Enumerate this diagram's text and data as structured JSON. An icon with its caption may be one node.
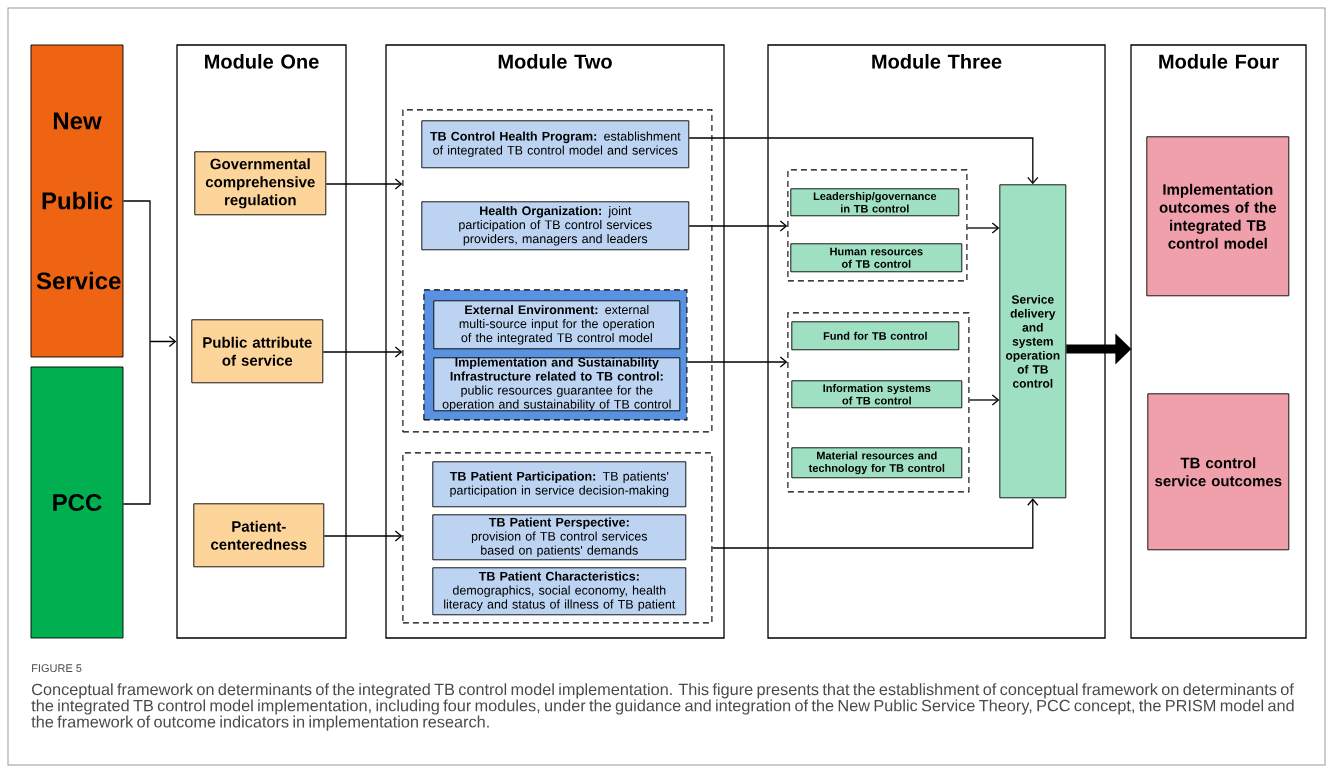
{
  "diagram": {
    "caption": "Conceptual framework on determinants of the integrated TB control model implementation. This figure presents that the establishment of conceptual framework on determinants of the integrated TB control model implementation, including four modules, under the guidance and integration of the New Public Service Theory, PCC concept, the PRISM model and the framework of outcome indicators in implementation research.",
    "nodes": [
      {
        "text": [
          "New Public Service"
        ]
      },
      {
        "text": [
          "PCC"
        ]
      },
      {
        "text": [
          "Module One"
        ]
      },
      {
        "text": [
          "Governmental comprehensive regulation"
        ],
        "in": 2
      },
      {
        "text": [
          "Public attribute of service"
        ],
        "in": 2
      },
      {
        "text": [
          "Patient-centeredness"
        ],
        "in": 2
      },
      {
        "text": [
          "Module Two"
        ]
      },
      {
        "text": [],
        "shape": "box",
        "in": 6
      },
      {
        "text": [
          "**TB Control Health Program:** establishment of integrated TB control model and services"
        ],
        "in": 7
      },
      {
        "text": [
          "**Health Organization:** joint participation of TB control services providers, managers and leaders"
        ],
        "in": 7
      },
      {
        "text": [],
        "shape": "box",
        "in": 7
      },
      {
        "text": [
          "**External Environment:** external multi-source input for the operation of the integrated TB control model"
        ],
        "in": 10
      },
      {
        "text": [
          "**Implementation and Sustainability Infrastructure related to TB control:** public resources guarantee for the operation and sustainability of TB control"
        ],
        "in": 10
      },
      {
        "text": [],
        "shape": "box",
        "in": 6
      },
      {
        "text": [
          "**TB Patient Participation:** TB patients' participation in service decision-making"
        ],
        "in": 13
      },
      {
        "text": [
          "**TB Patient Perspective:** provision of TB control services based on patients' demands"
        ],
        "in": 13
      },
      {
        "text": [
          "**TB Patient Characteristics:** demographics, social economy, health literacy and status of illness of TB patient"
        ],
        "in": 13
      },
      {
        "text": [
          "Module Three"
        ]
      },
      {
        "text": [],
        "shape": "box",
        "in": 17
      },
      {
        "text": [
          "Leadership/governance in TB control"
        ],
        "in": 18
      },
      {
        "text": [
          "Human resources of TB control"
        ],
        "in": 18
      },
      {
        "text": [],
        "shape": "box",
        "in": 17
      },
      {
        "text": [
          "Fund for TB control"
        ],
        "in": 21
      },
      {
        "text": [
          "Information systems of TB control"
        ],
        "in": 21
      },
      {
        "text": [
          "Material resources and technology for TB control"
        ],
        "in": 21
      },
      {
        "text": [
          "Service delivery and system operation of TB control"
        ],
        "in": 17
      },
      {
        "text": [
          "Module Four"
        ]
      },
      {
        "text": [
          "Implementation outcomes of the integrated TB control model"
        ],
        "in": 26
      },
      {
        "text": [
          "TB control service outcomes"
        ],
        "in": 26
      }
    ],
    "edges": [
      {
        "from": 0,
        "to": 2,
        "arrow": "to"
      },
      {
        "from": 1,
        "to": 2,
        "arrow": "to"
      },
      {
        "from": 3,
        "to": 7,
        "arrow": "to"
      },
      {
        "from": 4,
        "to": 7,
        "arrow": "to"
      },
      {
        "from": 5,
        "to": 13,
        "arrow": "to"
      },
      {
        "from": 8,
        "to": 25,
        "arrow": "to"
      },
      {
        "from": 9,
        "to": 18,
        "arrow": "to"
      },
      {
        "from": 10,
        "to": 21,
        "arrow": "to"
      },
      {
        "from": 18,
        "to": 25,
        "arrow": "to"
      },
      {
        "from": 21,
        "to": 25,
        "arrow": "to"
      },
      {
        "from": 13,
        "to": 25,
        "arrow": "to"
      },
      {
        "from": 25,
        "to": 26,
        "arrow": "to",
        "style": "thick"
      }
    ],
    "labels": [
      "FIGURE 5"
    ]
  }
}
